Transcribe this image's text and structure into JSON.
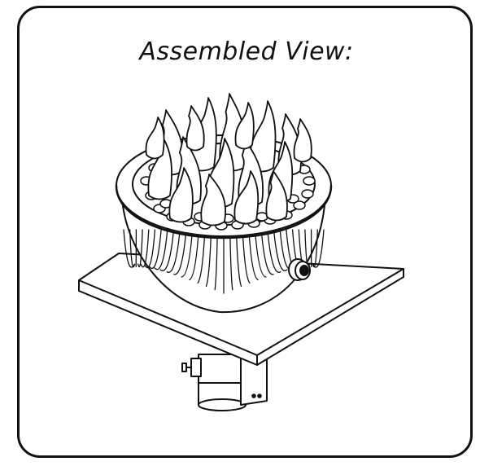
{
  "diagram": {
    "title": "Assembled View:",
    "colors": {
      "line": "#111111",
      "fill": "#ffffff",
      "shade": "#dcdcdc"
    },
    "parts": [
      "flames",
      "fire-glass-stones",
      "fire-bowl",
      "ignition-knob",
      "square-table-top",
      "support-column",
      "control-valve"
    ]
  }
}
